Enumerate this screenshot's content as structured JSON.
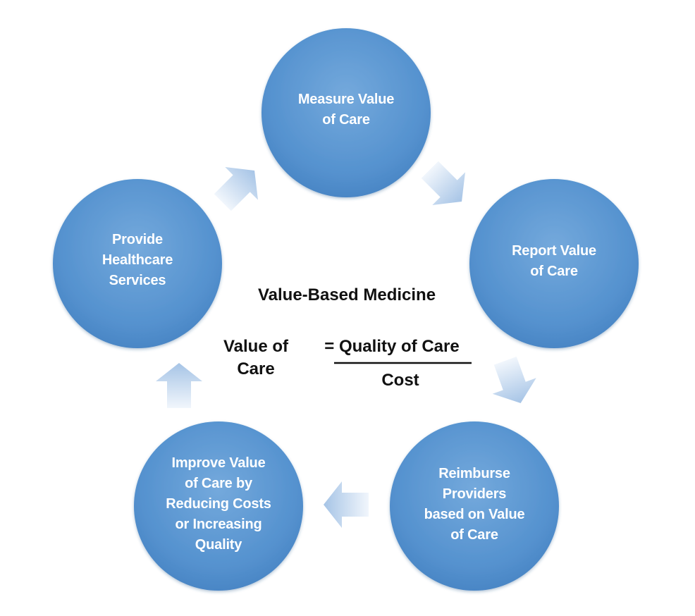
{
  "diagram": {
    "title": "Value-Based Medicine",
    "formula": {
      "lhs_line1": "Value of",
      "lhs_line2": "Care",
      "numerator": "= Quality of Care",
      "denominator": "Cost"
    },
    "nodes": [
      {
        "id": "measure",
        "lines": [
          "Measure Value",
          "of Care"
        ]
      },
      {
        "id": "report",
        "lines": [
          "Report Value",
          "of Care"
        ]
      },
      {
        "id": "reimburse",
        "lines": [
          "Reimburse",
          "Providers",
          "based on Value",
          "of Care"
        ]
      },
      {
        "id": "improve",
        "lines": [
          "Improve Value",
          "of Care by",
          "Reducing Costs",
          "or Increasing",
          "Quality"
        ]
      },
      {
        "id": "provide",
        "lines": [
          "Provide",
          "Healthcare",
          "Services"
        ]
      }
    ],
    "colors": {
      "node_fill_top": "#6fa5d9",
      "node_fill_bottom": "#4a86c5",
      "arrow_fill_light": "#e7eff9",
      "arrow_fill_dark": "#a9c6e7"
    }
  }
}
